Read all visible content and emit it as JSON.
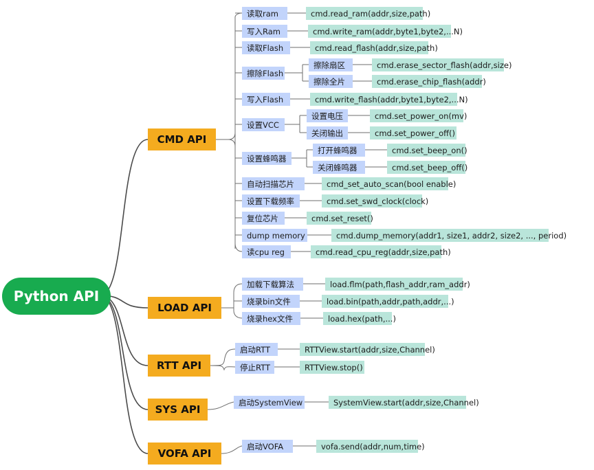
{
  "root": {
    "label": "Python API"
  },
  "categories": {
    "cmd": {
      "label": "CMD API"
    },
    "load": {
      "label": "LOAD API"
    },
    "rtt": {
      "label": "RTT API"
    },
    "sys": {
      "label": "SYS API"
    },
    "vofa": {
      "label": "VOFA API"
    }
  },
  "cmd": {
    "read_ram": {
      "label": "读取ram",
      "api": "cmd.read_ram(addr,size,path)"
    },
    "write_ram": {
      "label": "写入Ram",
      "api": "cmd.write_ram(addr,byte1,byte2,...N)"
    },
    "read_flash": {
      "label": "读取Flash",
      "api": "cmd.read_flash(addr,size,path)"
    },
    "erase_flash": {
      "label": "擦除Flash",
      "sector": {
        "label": "擦除扇区",
        "api": "cmd.erase_sector_flash(addr,size)"
      },
      "chip": {
        "label": "擦除全片",
        "api": "cmd.erase_chip_flash(addr)"
      }
    },
    "write_flash": {
      "label": "写入Flash",
      "api": "cmd.write_flash(addr,byte1,byte2,...N)"
    },
    "vcc": {
      "label": "设置VCC",
      "on": {
        "label": "设置电压",
        "api": "cmd.set_power_on(mv)"
      },
      "off": {
        "label": "关闭输出",
        "api": "cmd.set_power_off()"
      }
    },
    "beep": {
      "label": "设置蜂鸣器",
      "on": {
        "label": "打开蜂鸣器",
        "api": "cmd.set_beep_on()"
      },
      "off": {
        "label": "关闭蜂鸣器",
        "api": "cmd.set_beep_off()"
      }
    },
    "auto_scan": {
      "label": "自动扫描芯片",
      "api": "cmd_set_auto_scan(bool enable)"
    },
    "swd_clock": {
      "label": "设置下载频率",
      "api": "cmd.set_swd_clock(clock)"
    },
    "reset": {
      "label": "复位芯片",
      "api": "cmd.set_reset()"
    },
    "dump": {
      "label": "dump memory",
      "api": "cmd.dump_memory(addr1, size1, addr2, size2, ..., period)"
    },
    "cpu_reg": {
      "label": "读cpu reg",
      "api": "cmd.read_cpu_reg(addr,size,path)"
    }
  },
  "load": {
    "algo": {
      "label": "加载下载算法",
      "api": "load.flm(path,flash_addr,ram_addr)"
    },
    "bin": {
      "label": "烧录bin文件",
      "api": "load.bin(path,addr,path,addr,...)"
    },
    "hex": {
      "label": "烧录hex文件",
      "api": "load.hex(path,...)"
    }
  },
  "rtt": {
    "start": {
      "label": "启动RTT",
      "api": "RTTView.start(addr,size,Channel)"
    },
    "stop": {
      "label": "停止RTT",
      "api": "RTTView.stop()"
    }
  },
  "sys": {
    "start": {
      "label": "启动SystemView",
      "api": "SystemView.start(addr,size,Channel)"
    }
  },
  "vofa": {
    "send": {
      "label": "启动VOFA",
      "api": "vofa.send(addr,num,time)"
    }
  }
}
